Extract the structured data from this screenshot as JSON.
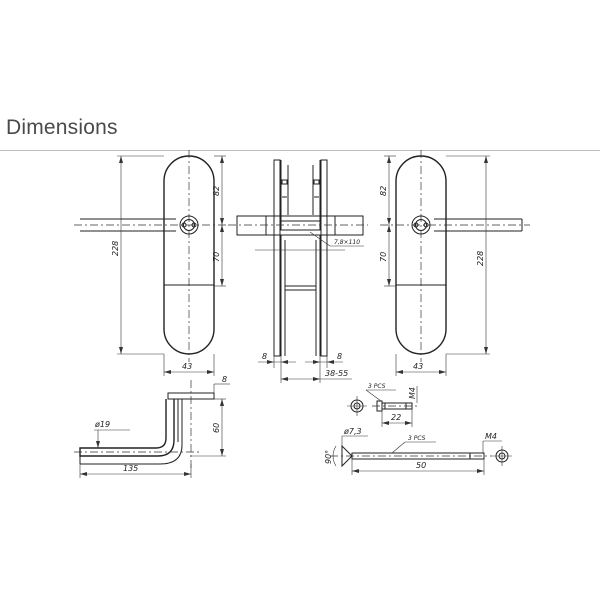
{
  "header": {
    "title": "Dimensions"
  },
  "dimensions": {
    "front_height": "228",
    "front_upper": "82",
    "front_mid": "70",
    "front_width": "43",
    "side_left_offset": "8",
    "side_right_offset": "8",
    "door_range": "38-55",
    "spindle": "7,8×110",
    "back_height": "228",
    "back_upper": "82",
    "back_mid": "70",
    "back_width": "43",
    "lever_rose": "8",
    "lever_diameter": "ø19",
    "lever_height": "60",
    "lever_length": "135",
    "screw_pcs": "3 PCS",
    "screw_thread": "M4",
    "screw_length": "22",
    "bolt_diameter": "ø7,3",
    "bolt_pcs": "3 PCS",
    "bolt_thread": "M4",
    "bolt_angle": "90°",
    "bolt_length": "50"
  }
}
